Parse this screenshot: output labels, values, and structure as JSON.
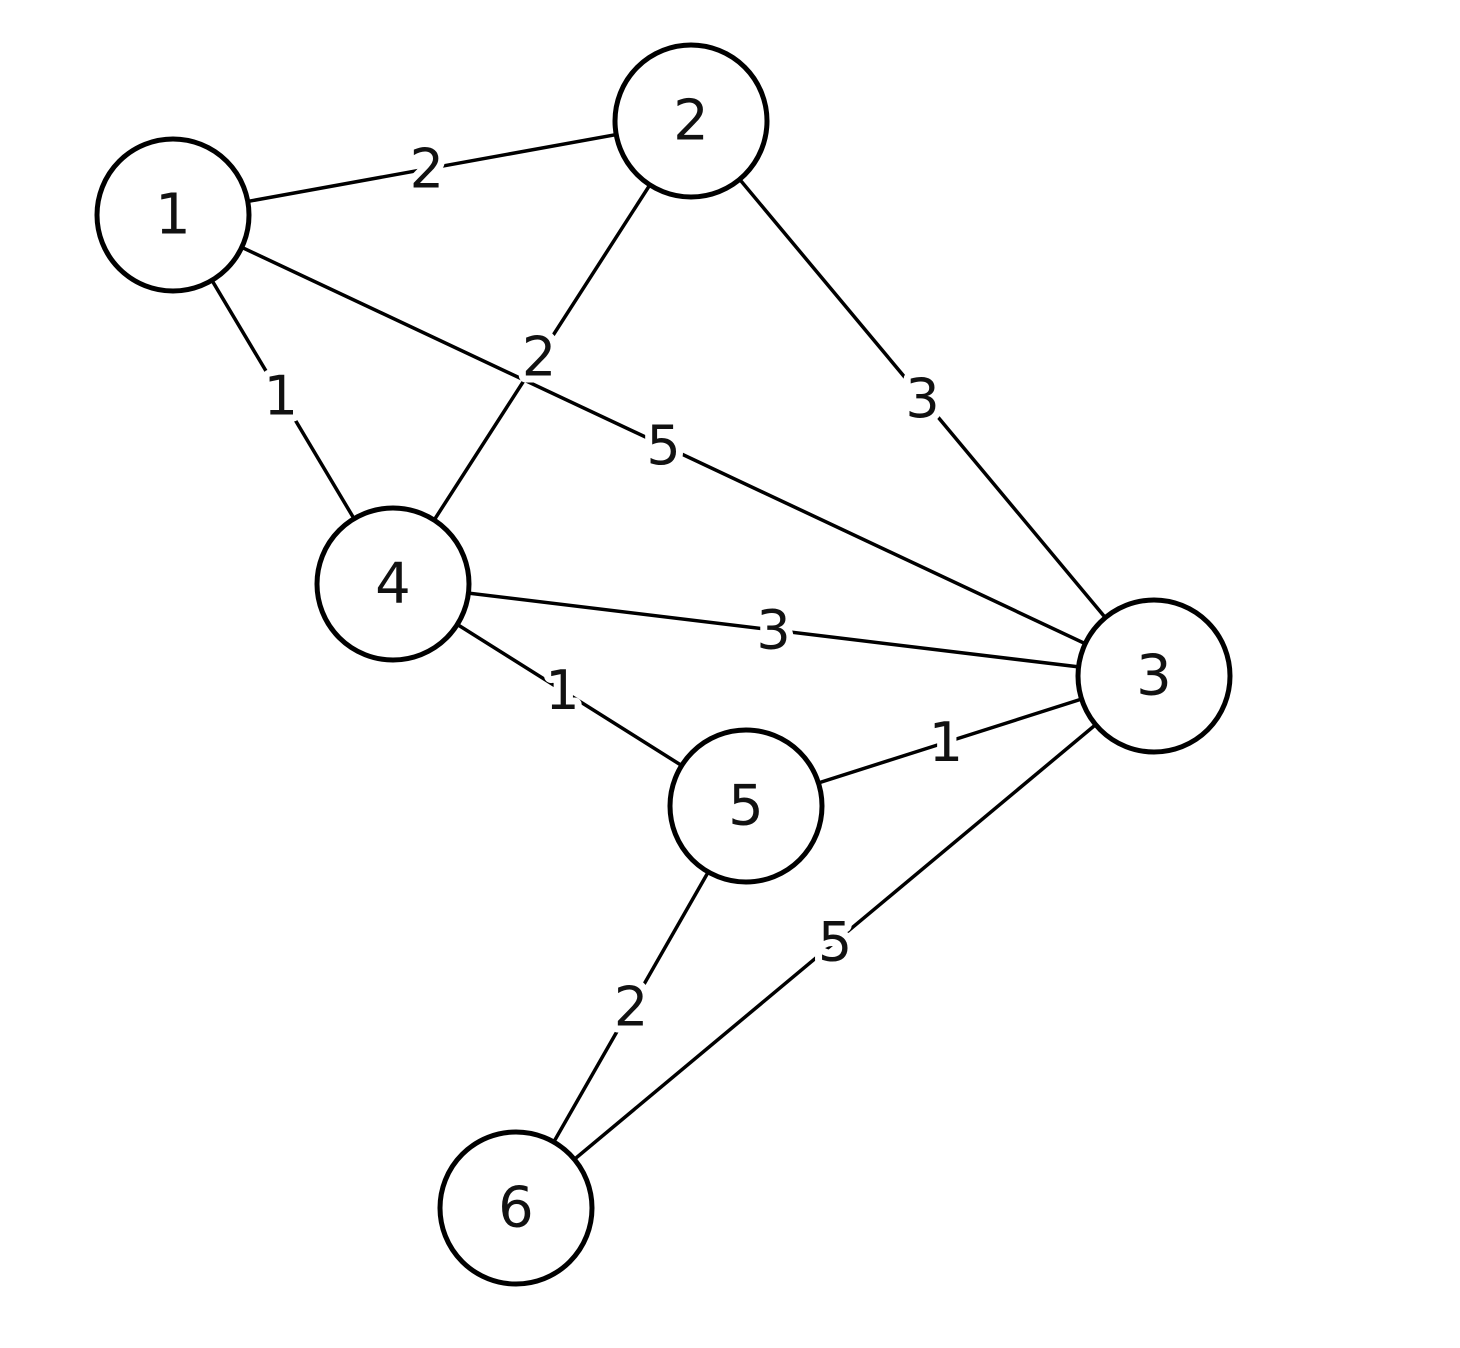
{
  "graph": {
    "nodes": [
      {
        "id": "1",
        "label": "1"
      },
      {
        "id": "2",
        "label": "2"
      },
      {
        "id": "3",
        "label": "3"
      },
      {
        "id": "4",
        "label": "4"
      },
      {
        "id": "5",
        "label": "5"
      },
      {
        "id": "6",
        "label": "6"
      }
    ],
    "edges": [
      {
        "source": "1",
        "target": "2",
        "weight": "2"
      },
      {
        "source": "1",
        "target": "4",
        "weight": "1"
      },
      {
        "source": "1",
        "target": "3",
        "weight": "5"
      },
      {
        "source": "2",
        "target": "4",
        "weight": "2"
      },
      {
        "source": "2",
        "target": "3",
        "weight": "3"
      },
      {
        "source": "4",
        "target": "3",
        "weight": "3"
      },
      {
        "source": "4",
        "target": "5",
        "weight": "1"
      },
      {
        "source": "5",
        "target": "3",
        "weight": "1"
      },
      {
        "source": "5",
        "target": "6",
        "weight": "2"
      },
      {
        "source": "6",
        "target": "3",
        "weight": "5"
      }
    ]
  }
}
